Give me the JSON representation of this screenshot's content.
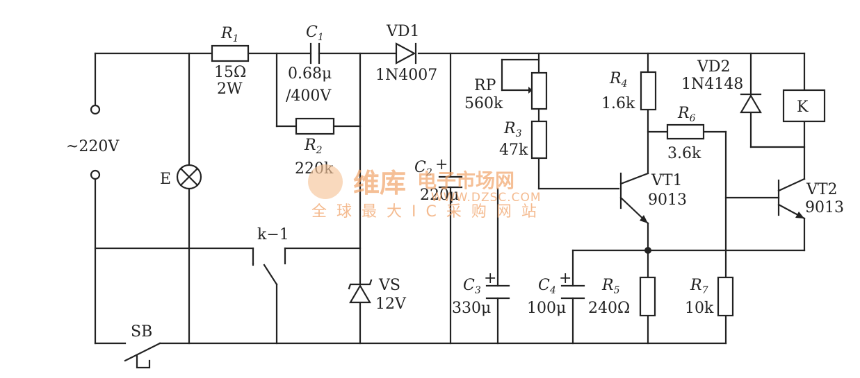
{
  "supply": {
    "label": "~220V"
  },
  "components": {
    "R1": {
      "name": "R",
      "sub": "1",
      "value": "15Ω",
      "rating": "2W"
    },
    "C1": {
      "name": "C",
      "sub": "1",
      "value": "0.68μ",
      "rating": "/400V"
    },
    "VD1": {
      "name": "VD1",
      "part": "1N4007"
    },
    "R2": {
      "name": "R",
      "sub": "2",
      "value": "220k"
    },
    "C2": {
      "name": "C",
      "sub": "2",
      "value": "220μ"
    },
    "RP": {
      "name": "RP",
      "value": "560k"
    },
    "R3": {
      "name": "R",
      "sub": "3",
      "value": "47k"
    },
    "R4": {
      "name": "R",
      "sub": "4",
      "value": "1.6k"
    },
    "R6": {
      "name": "R",
      "sub": "6",
      "value": "3.6k"
    },
    "VD2": {
      "name": "VD2",
      "part": "1N4148"
    },
    "K": {
      "name": "K"
    },
    "VT1": {
      "name": "VT1",
      "part": "9013"
    },
    "VT2": {
      "name": "VT2",
      "part": "9013"
    },
    "E": {
      "name": "E"
    },
    "k1": {
      "name": "k−1"
    },
    "VS": {
      "name": "VS",
      "value": "12V"
    },
    "C3": {
      "name": "C",
      "sub": "3",
      "value": "330μ"
    },
    "C4": {
      "name": "C",
      "sub": "4",
      "value": "100μ"
    },
    "R5": {
      "name": "R",
      "sub": "5",
      "value": "240Ω"
    },
    "R7": {
      "name": "R",
      "sub": "7",
      "value": "10k"
    },
    "SB": {
      "name": "SB"
    }
  },
  "watermark": {
    "brand": "维库",
    "tagline": "电子市场网",
    "url": "WWW.DZSC.COM",
    "slogan": "全球最大IC采购网站"
  }
}
